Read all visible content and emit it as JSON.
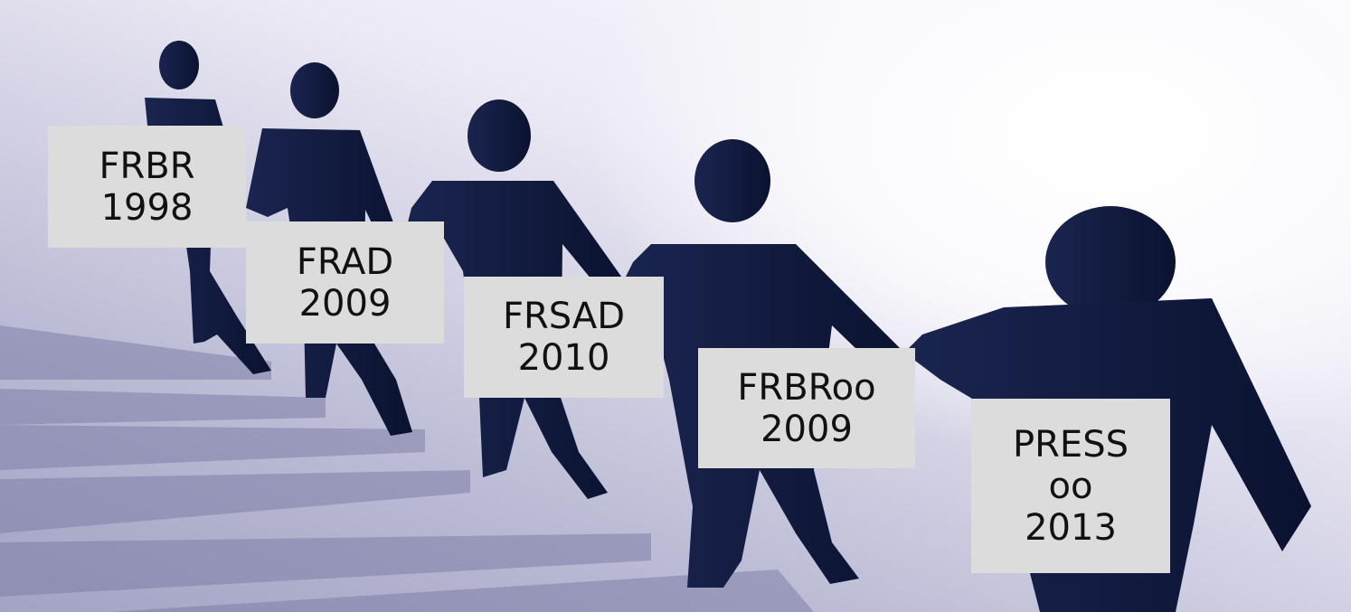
{
  "colors": {
    "figure": "#0e1838",
    "label_background": "#dcdcdc",
    "label_text": "#111111"
  },
  "labels": [
    {
      "name": "FRBR",
      "year": "1998"
    },
    {
      "name": "FRAD",
      "year": "2009"
    },
    {
      "name": "FRSAD",
      "year": "2010"
    },
    {
      "name": "FRBRoo",
      "year": "2009"
    },
    {
      "name": "PRESS",
      "name_line2": "oo",
      "year": "2013"
    }
  ]
}
